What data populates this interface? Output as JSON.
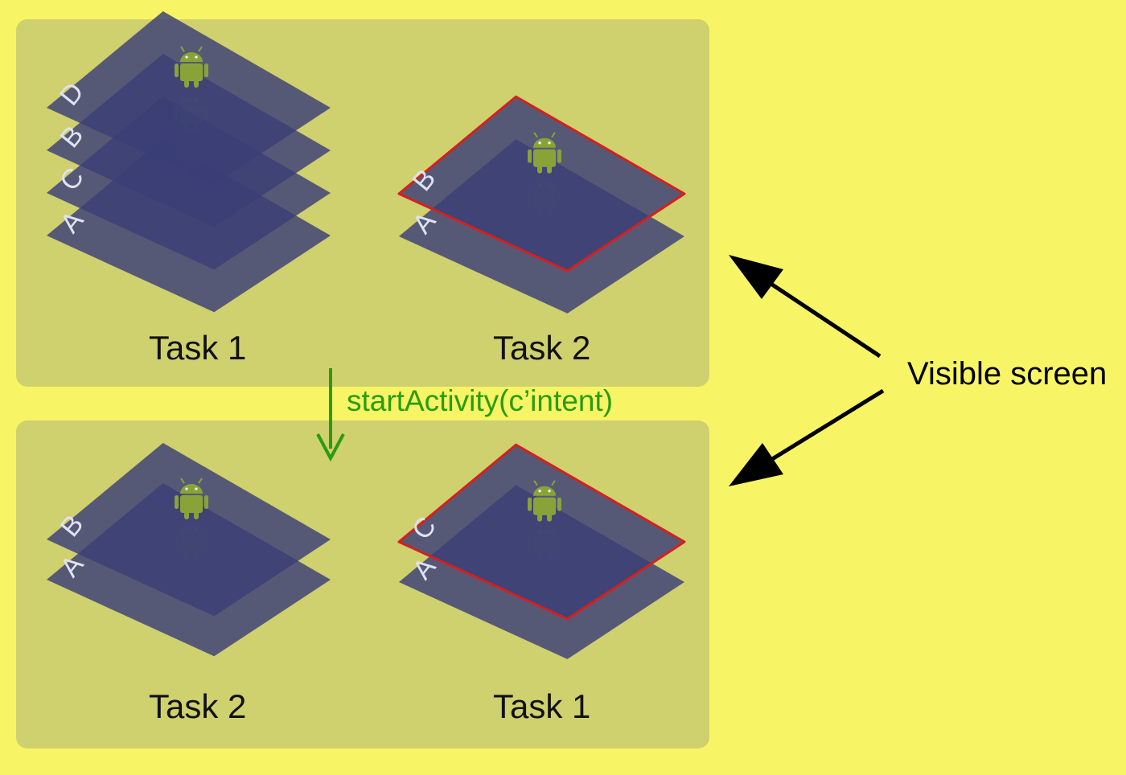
{
  "transition": {
    "label": "startActivity(c’intent)",
    "color": "#2a9c10"
  },
  "callout": {
    "label": "Visible screen"
  },
  "colors": {
    "background": "#f7f566",
    "panel": "#cfd06e",
    "layer": "#3b3e76",
    "layer_label": "#dfe2f2",
    "highlight_border": "#d42020",
    "android": "#8aa339"
  },
  "before": {
    "tasks": [
      {
        "label": "Task 1",
        "stack": [
          "A",
          "C",
          "B",
          "D"
        ],
        "visible": false
      },
      {
        "label": "Task 2",
        "stack": [
          "A",
          "B"
        ],
        "visible": true
      }
    ]
  },
  "after": {
    "tasks": [
      {
        "label": "Task 2",
        "stack": [
          "A",
          "B"
        ],
        "visible": false
      },
      {
        "label": "Task 1",
        "stack": [
          "A",
          "C"
        ],
        "visible": true
      }
    ]
  }
}
